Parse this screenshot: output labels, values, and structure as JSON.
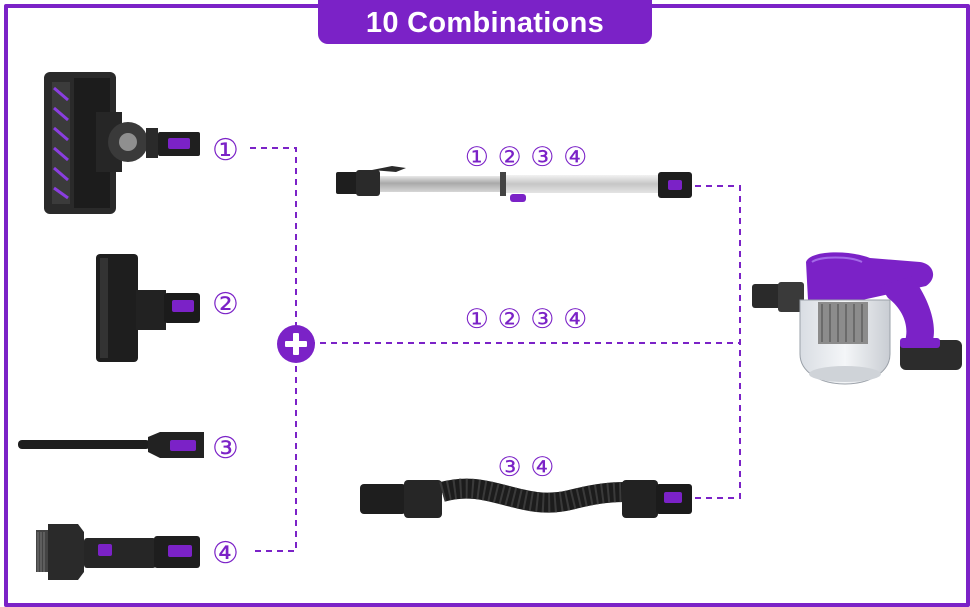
{
  "title": "10 Combinations",
  "colors": {
    "accent": "#7b22c7",
    "dark": "#1e1e1e",
    "metal": "#b5b5b5"
  },
  "attachments": [
    {
      "label": "①",
      "name": "motorized floor brush"
    },
    {
      "label": "②",
      "name": "mini motorized brush"
    },
    {
      "label": "③",
      "name": "crevice tool"
    },
    {
      "label": "④",
      "name": "2-in-1 dusting brush"
    }
  ],
  "connectors": [
    {
      "labels": "① ② ③ ④",
      "name": "extension tube"
    },
    {
      "labels": "① ② ③ ④",
      "name": "direct connection"
    },
    {
      "labels": "③ ④",
      "name": "flexible hose"
    }
  ],
  "plus_icon": "plus-icon"
}
